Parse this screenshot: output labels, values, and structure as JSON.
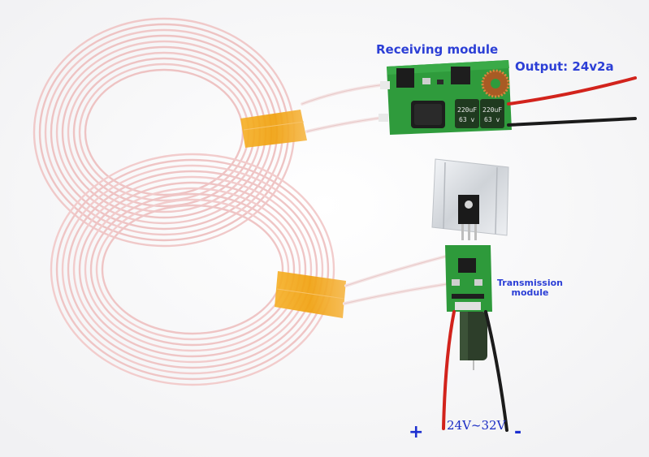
{
  "labels": {
    "receiving_module": "Receiving module",
    "output": "Output: 24v2a",
    "transmission_module_line1": "Transmission",
    "transmission_module_line2": "module",
    "voltage": "24V~32V",
    "plus": "+",
    "minus": "-"
  },
  "components": {
    "capacitor_a": "220uF",
    "capacitor_a_v": "63 v",
    "capacitor_b": "220uF",
    "capacitor_b_v": "63 v"
  },
  "colors": {
    "label_blue": "#2c3fd6",
    "coil_pink": "#f2cfcf",
    "tape_orange": "#f3a915",
    "pcb_green": "#2f9b3c",
    "wire_red": "#d2231c",
    "wire_black": "#1b1b1b",
    "heatsink_silver": "#d8dbdf"
  }
}
